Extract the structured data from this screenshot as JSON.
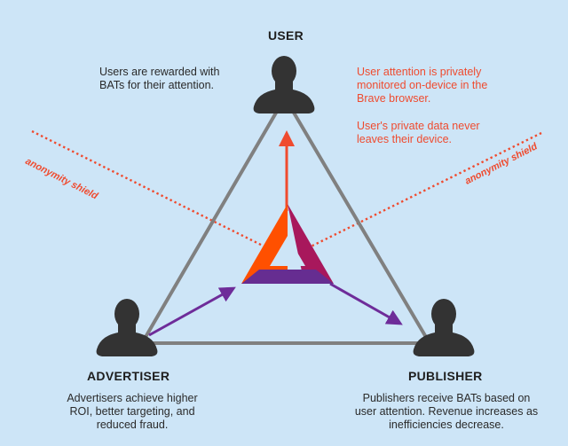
{
  "nodes": {
    "user": {
      "title": "USER",
      "description": "Users are rewarded with BATs for their attention.",
      "note_1": "User attention is privately monitored on-device in the Brave browser.",
      "note_2": "User's private data never leaves their device."
    },
    "advertiser": {
      "title": "ADVERTISER",
      "description": "Advertisers achieve higher ROI, better targeting, and reduced fraud."
    },
    "publisher": {
      "title": "PUBLISHER",
      "description": "Publishers receive BATs based on user attention. Revenue increases as inefficiencies decrease."
    }
  },
  "anonymity_shield": {
    "left_label": "anonymity shield",
    "right_label": "anonymity shield"
  },
  "colors": {
    "background": "#cde5f7",
    "triangle_edge": "#808080",
    "person": "#333333",
    "shield": "#ef4b2f",
    "arrow_up": "#ef4b2f",
    "arrow_purple": "#6e2c99",
    "logo_orange": "#ff5000",
    "logo_magenta": "#a8185c",
    "logo_purple": "#662d91"
  },
  "icons": [
    "user-person-icon",
    "advertiser-person-icon",
    "publisher-person-icon",
    "bat-logo-icon"
  ]
}
